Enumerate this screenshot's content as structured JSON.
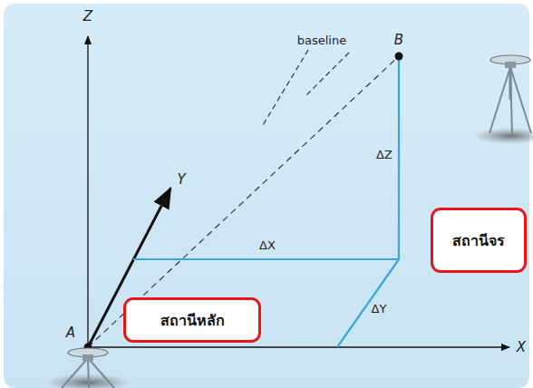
{
  "diagram": {
    "nodes": [
      {
        "text": [
          "สถานีจร"
        ]
      },
      {
        "text": [
          "สถานีหลัก"
        ]
      }
    ],
    "labels": [
      "Z",
      "Y",
      "X",
      "A",
      "B",
      "baseline",
      "ΔX",
      "ΔY",
      "ΔZ"
    ]
  }
}
